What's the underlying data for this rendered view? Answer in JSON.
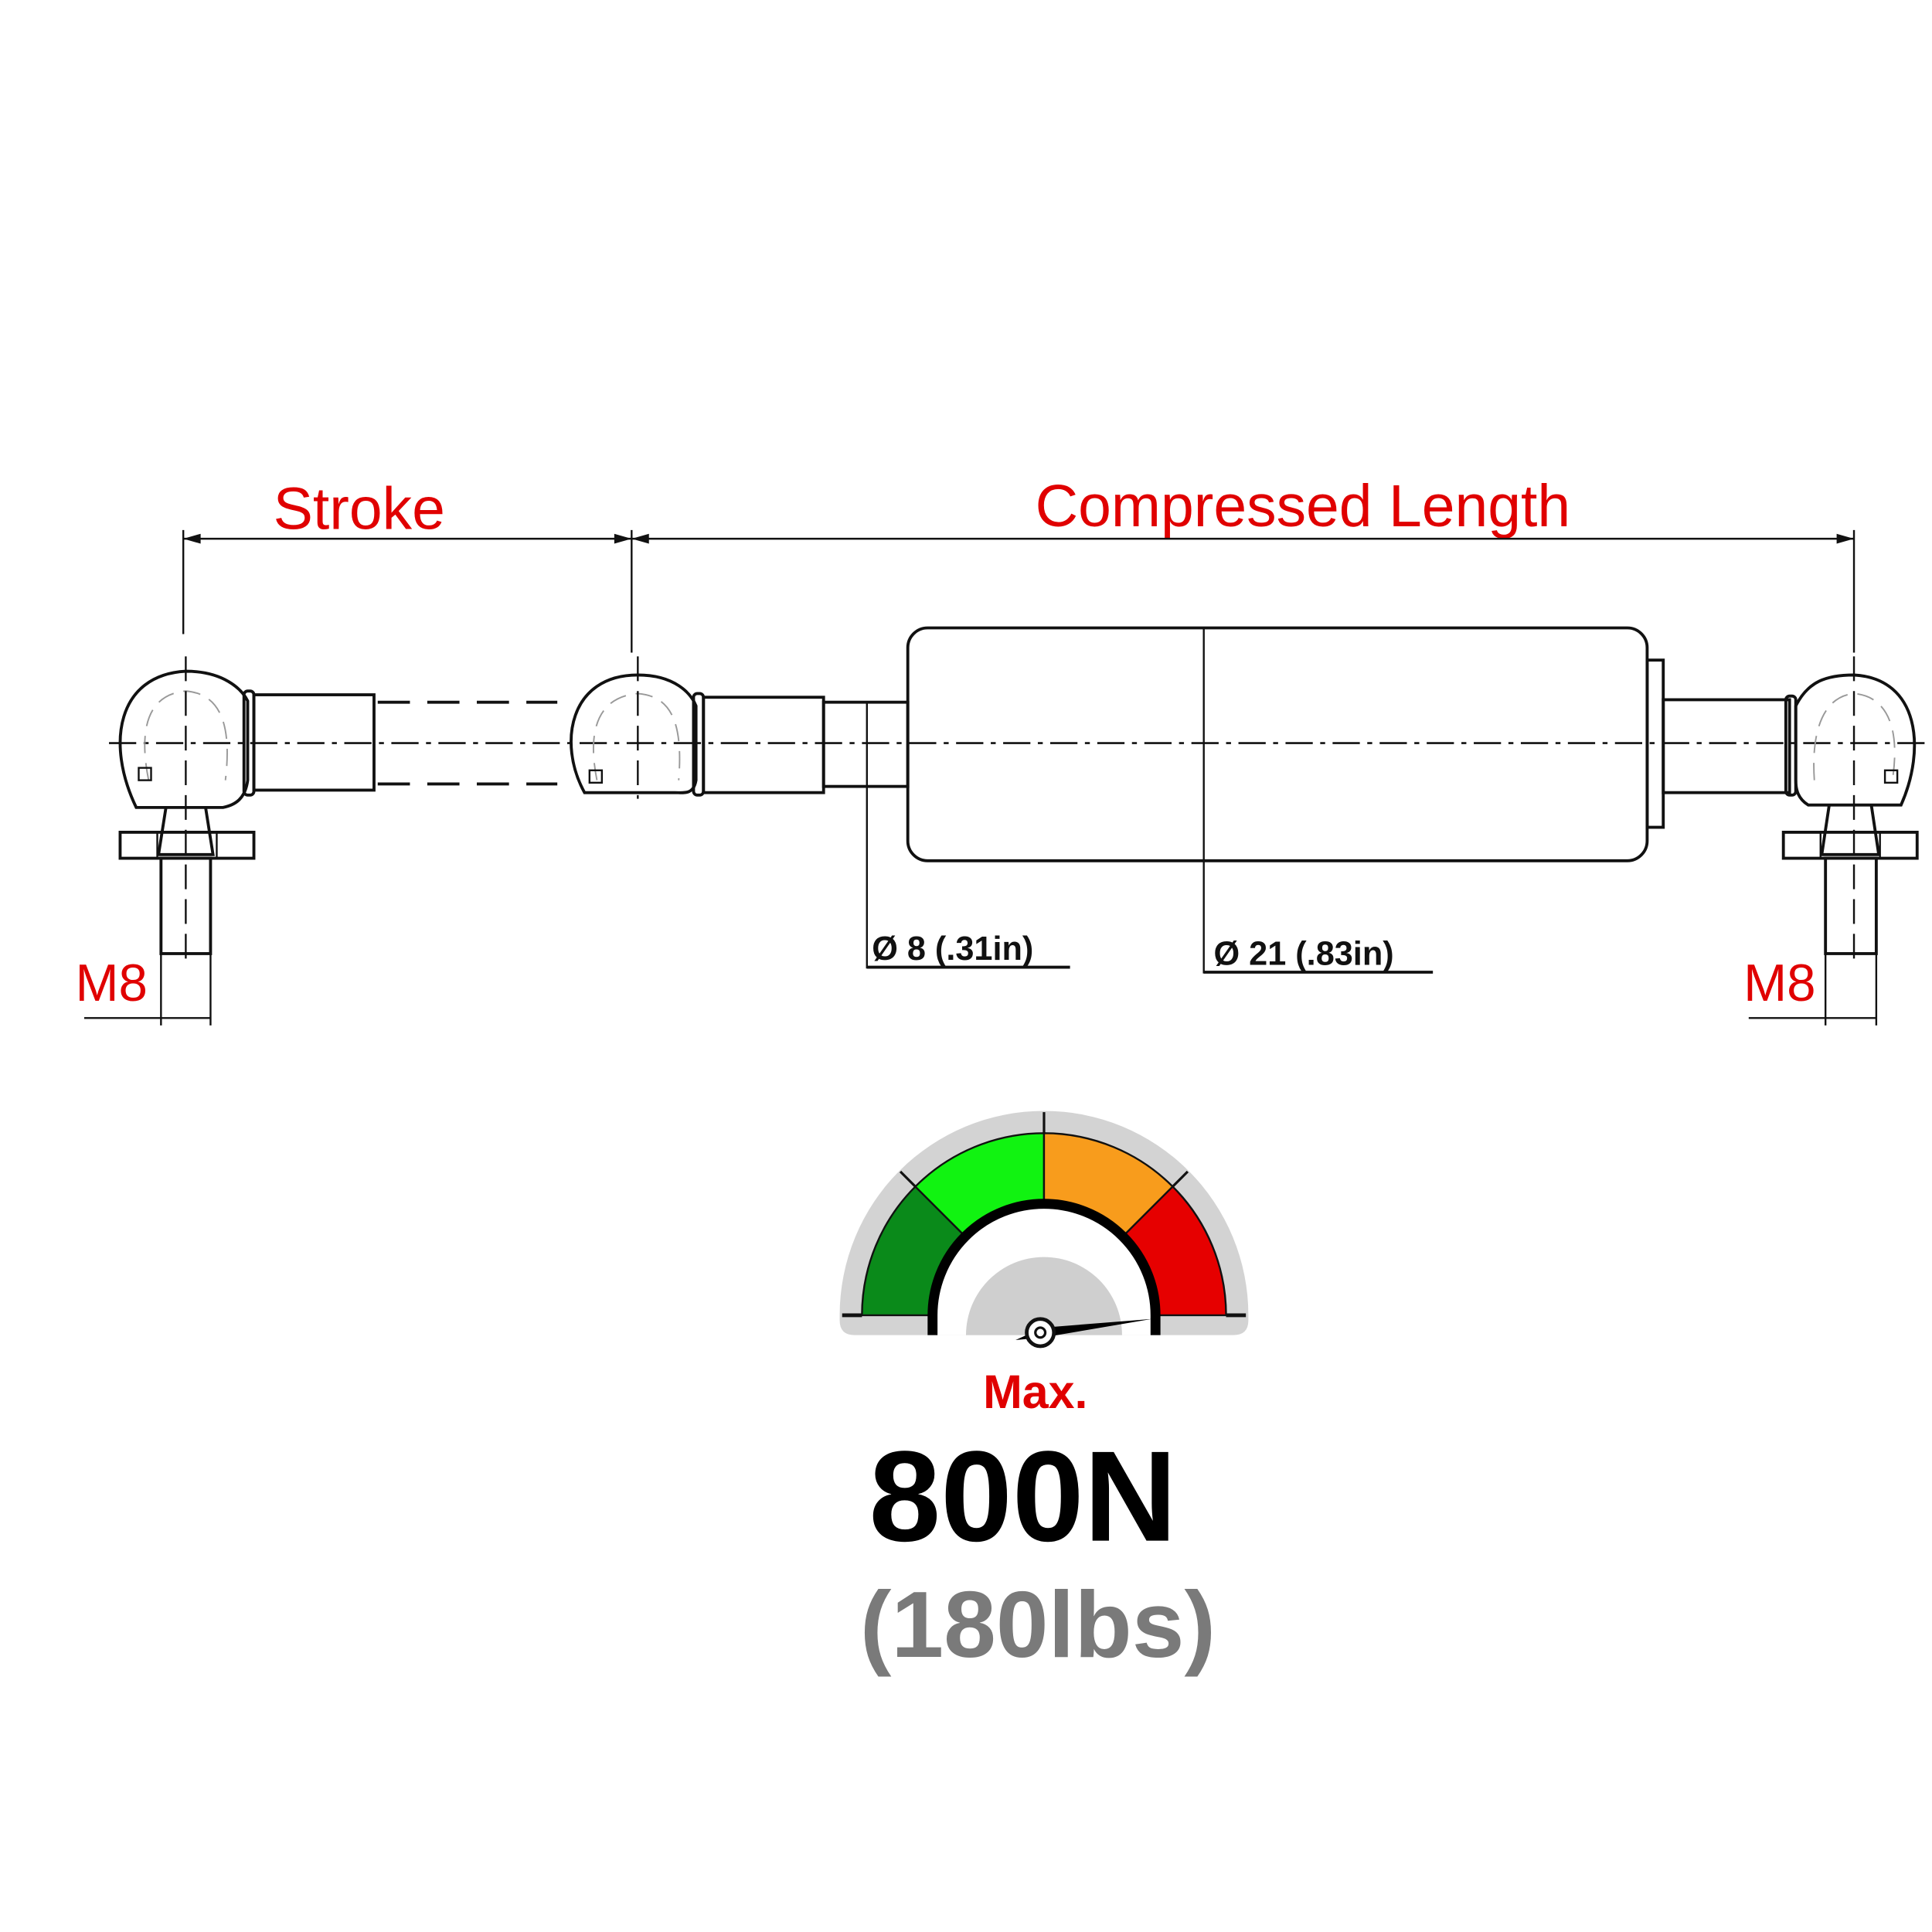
{
  "labels": {
    "stroke": "Stroke",
    "compressed_length": "Compressed Length",
    "thread_left": "M8",
    "thread_right": "M8",
    "rod_diameter": "Ø 8 (.31in)",
    "tube_diameter": "Ø 21 (.83in)"
  },
  "force": {
    "max_label": "Max.",
    "newtons": "800N",
    "pounds": "(180lbs)",
    "gauge_level": 0.97
  },
  "colors": {
    "label_red": "#e00000",
    "gauge_dark_green": "#0a8a1a",
    "gauge_light_green": "#11f311",
    "gauge_orange": "#f89c1c",
    "gauge_red": "#e60000",
    "gauge_bg": "#d3d3d3",
    "pounds_gray": "#7a7a7a"
  }
}
